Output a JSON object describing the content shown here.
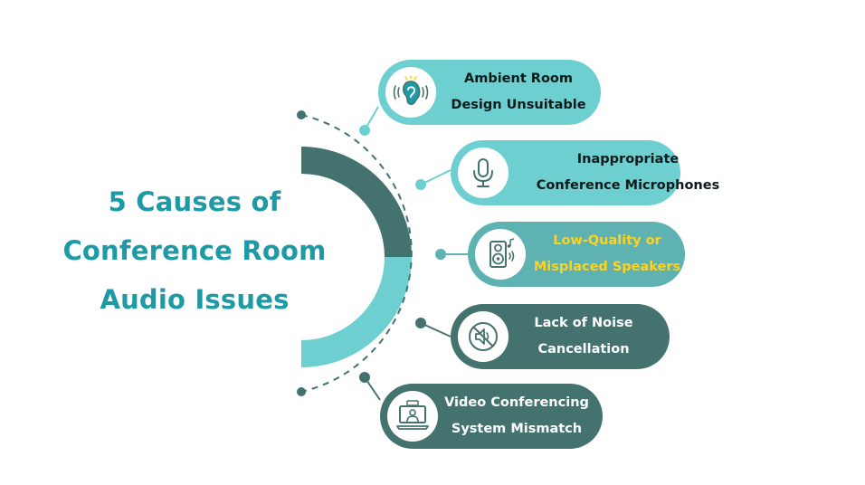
{
  "title": {
    "line1": "5 Causes of",
    "line2": "Conference Room",
    "line3": "Audio Issues"
  },
  "items": [
    {
      "line1": "Ambient Room",
      "line2": "Design Unsuitable",
      "icon": "ear-sound-icon"
    },
    {
      "line1": "Inappropriate",
      "line2": "Conference Microphones",
      "icon": "microphone-icon"
    },
    {
      "line1": "Low-Quality or",
      "line2": "Misplaced Speakers",
      "icon": "speaker-icon"
    },
    {
      "line1": "Lack of Noise",
      "line2": "Cancellation",
      "icon": "no-sound-icon"
    },
    {
      "line1": "Video Conferencing",
      "line2": "System Mismatch",
      "icon": "video-conference-icon"
    }
  ],
  "colors": {
    "title": "#1e9aa7",
    "dark_teal": "#44736f",
    "light_teal": "#6ecfd0",
    "mid_teal": "#5eb3b2",
    "highlight_text": "#ffd21f",
    "label_text": "#0c1a1a",
    "label_text_light": "#ffffff"
  }
}
